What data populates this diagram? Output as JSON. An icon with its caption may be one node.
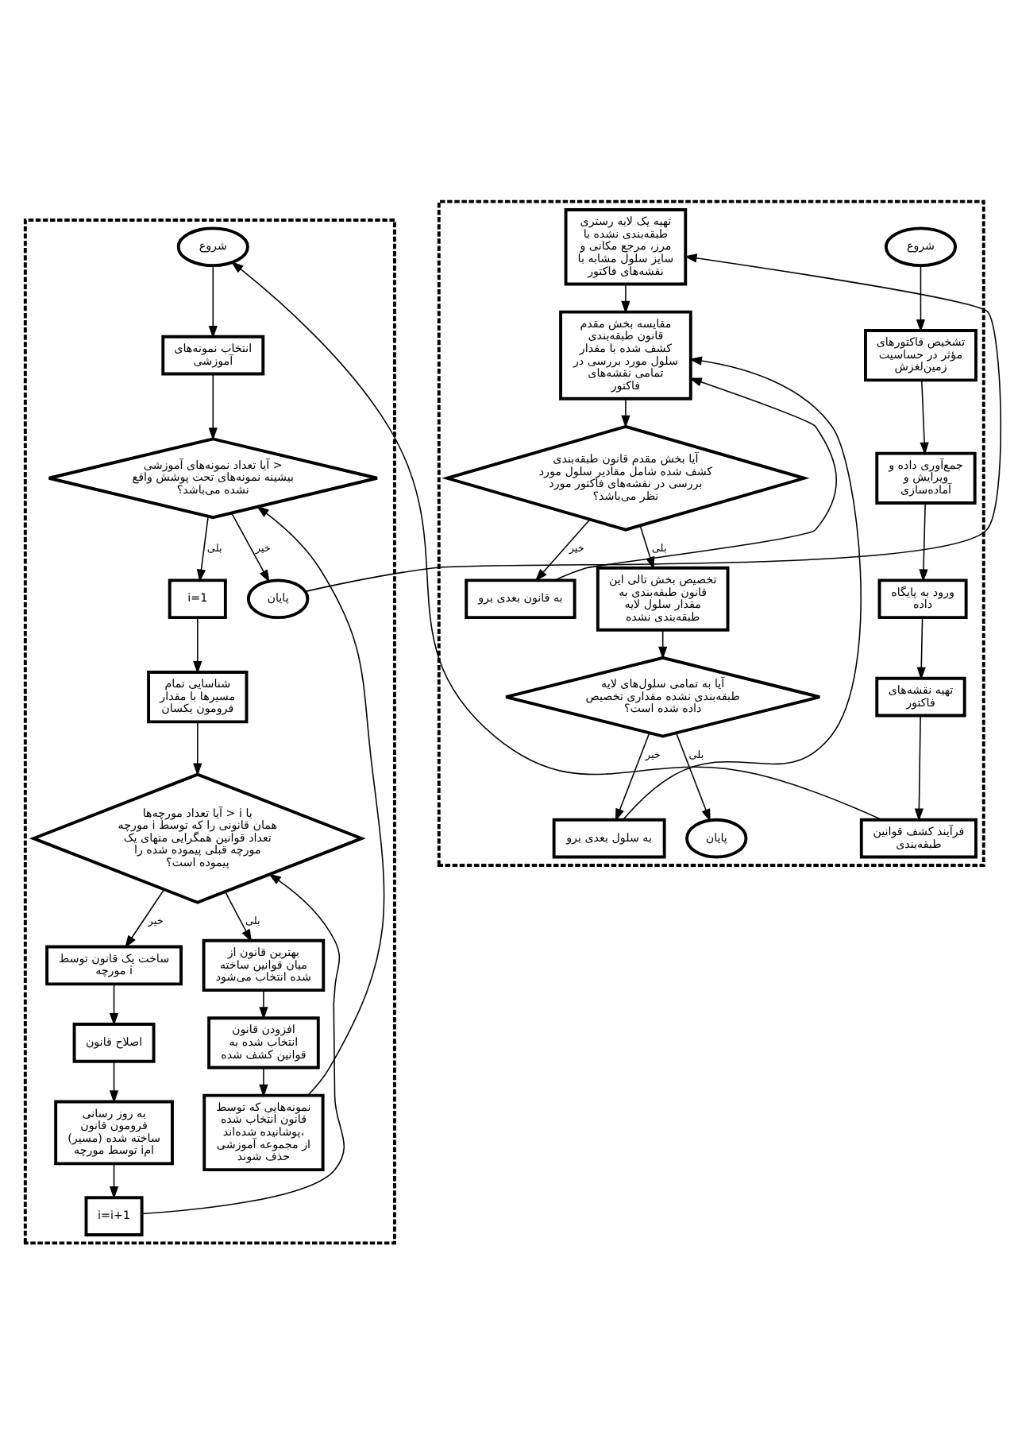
{
  "diagram": {
    "nodes": [
      {
        "text": [],
        "shape": "box"
      },
      {
        "text": [
          "شروع"
        ],
        "in": 0
      },
      {
        "text": [
          "تشخیص فاکتورهای مؤثر در حساسیت زمین‌لغزش"
        ],
        "in": 0
      },
      {
        "text": [
          "جمع‌آوری داده و ویرایش و آماده‌سازی"
        ],
        "in": 0
      },
      {
        "text": [
          "ورود به پایگاه داده"
        ],
        "in": 0
      },
      {
        "text": [
          "تهیه نقشه‌های فاکتور"
        ],
        "in": 0
      },
      {
        "text": [
          "فرآیند کشف قوانین طبقه‌بندی"
        ],
        "in": 0
      },
      {
        "text": [
          "تهیه یک لایه رستری طبقه‌بندی نشده با مرز، مرجع مکانی و سایز سلول مشابه با نقشه‌های فاکتور"
        ],
        "in": 0
      },
      {
        "text": [
          "مقایسه بخش مقدم قانون طبقه‌بندی کشف شده با مقدار سلول مورد بررسی در تمامی نقشه‌های فاکتور"
        ],
        "in": 0
      },
      {
        "text": [
          "آیا بخش مقدم قانون طبقه‌بندی کشف شده شامل مقادیر سلول مورد بررسی در نقشه‌های فاکتور مورد نظر می‌باشد؟"
        ],
        "in": 0
      },
      {
        "text": [
          "به قانون بعدی برو"
        ],
        "in": 0
      },
      {
        "text": [
          "تخصیص بخش تالی این قانون طبقه‌بندی به مقدار سلول لایه طبقه‌بندی نشده"
        ],
        "in": 0
      },
      {
        "text": [
          "آیا به تمامی سلول‌های لایه طبقه‌بندی نشده مقداری تخصیص داده شده است؟"
        ],
        "in": 0
      },
      {
        "text": [
          "به سلول بعدی برو"
        ],
        "in": 0
      },
      {
        "text": [
          "پایان"
        ],
        "in": 0
      },
      {
        "text": [],
        "shape": "box"
      },
      {
        "text": [
          "شروع"
        ],
        "in": 15
      },
      {
        "text": [
          "انتخاب نمونه‌های آموزشی"
        ],
        "in": 15
      },
      {
        "text": [
          "آیا تعداد نمونه‌های آموزشی > بیشینه نمونه‌های تحت پوشش واقع نشده می‌باشد؟"
        ],
        "in": 15
      },
      {
        "text": [
          "i=1"
        ],
        "in": 15
      },
      {
        "text": [
          "شناسایی تمام مسیرها با مقدار فرومون یکسان"
        ],
        "in": 15
      },
      {
        "text": [
          "آیا تعداد مورچه‌ها > i یا مورچه i همان قانونی را که توسط تعداد قوانین همگرایی منهای یک مورچه قبلی پیموده شده را پیموده است؟"
        ],
        "in": 15
      },
      {
        "text": [
          "ساخت یک قانون توسط مورچه i"
        ],
        "in": 15
      },
      {
        "text": [
          "اصلاح قانون"
        ],
        "in": 15
      },
      {
        "text": [
          "به روز رسانی فرومون قانون (مسیر) ساخته شده توسط مورچه iام"
        ],
        "in": 15
      },
      {
        "text": [
          "i=i+1"
        ],
        "in": 15
      },
      {
        "text": [
          "بهترین قانون از میان قوانین ساخته شده انتخاب می‌شود"
        ],
        "in": 15
      },
      {
        "text": [
          "افزودن قانون انتخاب شده به قوانین کشف شده"
        ],
        "in": 15
      },
      {
        "text": [
          "نمونه‌هایی که توسط قانون انتخاب شده پوشانیده شده‌اند، از مجموعه آموزشی حذف شوند"
        ],
        "in": 15
      },
      {
        "text": [
          "پایان"
        ],
        "in": 15
      }
    ],
    "edges": [
      {
        "from": 1,
        "to": 2,
        "arrow": "to"
      },
      {
        "from": 2,
        "to": 3,
        "arrow": "to"
      },
      {
        "from": 3,
        "to": 4,
        "arrow": "to"
      },
      {
        "from": 4,
        "to": 5,
        "arrow": "to"
      },
      {
        "from": 5,
        "to": 6,
        "arrow": "to"
      },
      {
        "from": 6,
        "to": 16,
        "arrow": "to"
      },
      {
        "from": 29,
        "to": 7,
        "arrow": "to"
      },
      {
        "from": 7,
        "to": 8,
        "arrow": "to"
      },
      {
        "from": 8,
        "to": 9,
        "arrow": "to"
      },
      {
        "from": 9,
        "to": 11,
        "arrow": "to",
        "label": "بلی"
      },
      {
        "from": 9,
        "to": 10,
        "arrow": "to",
        "label": "خیر"
      },
      {
        "from": 10,
        "to": 8,
        "arrow": "to"
      },
      {
        "from": 11,
        "to": 12,
        "arrow": "to"
      },
      {
        "from": 12,
        "to": 13,
        "arrow": "to",
        "label": "خیر"
      },
      {
        "from": 12,
        "to": 14,
        "arrow": "to",
        "label": "بلی"
      },
      {
        "from": 13,
        "to": 8,
        "arrow": "to"
      },
      {
        "from": 16,
        "to": 17,
        "arrow": "to"
      },
      {
        "from": 17,
        "to": 18,
        "arrow": "to"
      },
      {
        "from": 18,
        "to": 19,
        "arrow": "to",
        "label": "بلی"
      },
      {
        "from": 18,
        "to": 29,
        "arrow": "to",
        "label": "خیر"
      },
      {
        "from": 19,
        "to": 20,
        "arrow": "to"
      },
      {
        "from": 20,
        "to": 21,
        "arrow": "to"
      },
      {
        "from": 21,
        "to": 22,
        "arrow": "to",
        "label": "خیر"
      },
      {
        "from": 21,
        "to": 26,
        "arrow": "to",
        "label": "بلی"
      },
      {
        "from": 22,
        "to": 23,
        "arrow": "to"
      },
      {
        "from": 23,
        "to": 24,
        "arrow": "to"
      },
      {
        "from": 24,
        "to": 25,
        "arrow": "to"
      },
      {
        "from": 25,
        "to": 21,
        "arrow": "to"
      },
      {
        "from": 26,
        "to": 27,
        "arrow": "to"
      },
      {
        "from": 27,
        "to": 28,
        "arrow": "to"
      },
      {
        "from": 28,
        "to": 18,
        "arrow": "to"
      }
    ]
  }
}
